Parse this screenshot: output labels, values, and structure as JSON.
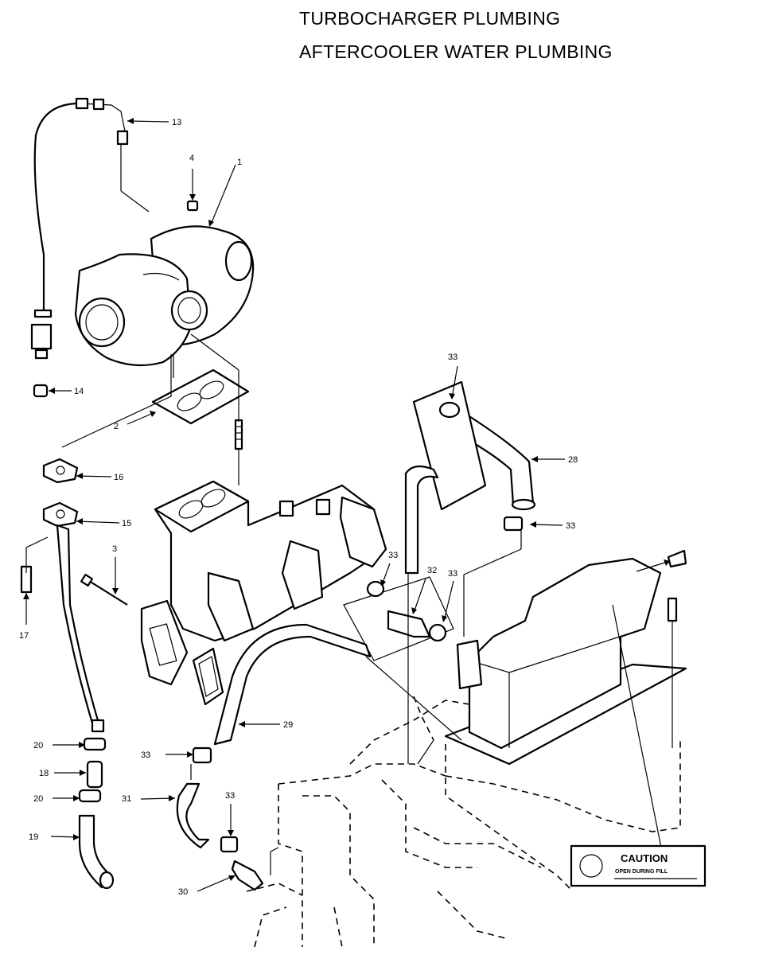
{
  "title": {
    "line1": "TURBOCHARGER PLUMBING",
    "line2": "AFTERCOOLER WATER PLUMBING"
  },
  "callouts": {
    "c1": "1",
    "c2": "2",
    "c3": "3",
    "c4": "4",
    "c13": "13",
    "c14": "14",
    "c15": "15",
    "c16": "16",
    "c17": "17",
    "c18": "18",
    "c19": "19",
    "c20a": "20",
    "c20b": "20",
    "c28": "28",
    "c29": "29",
    "c30": "30",
    "c31": "31",
    "c32": "32",
    "c33a": "33",
    "c33b": "33",
    "c33c": "33",
    "c33d": "33",
    "c33e": "33",
    "c33f": "33"
  },
  "caution_label": {
    "heading": "CAUTION",
    "subtext": "OPEN DURING FILL"
  }
}
